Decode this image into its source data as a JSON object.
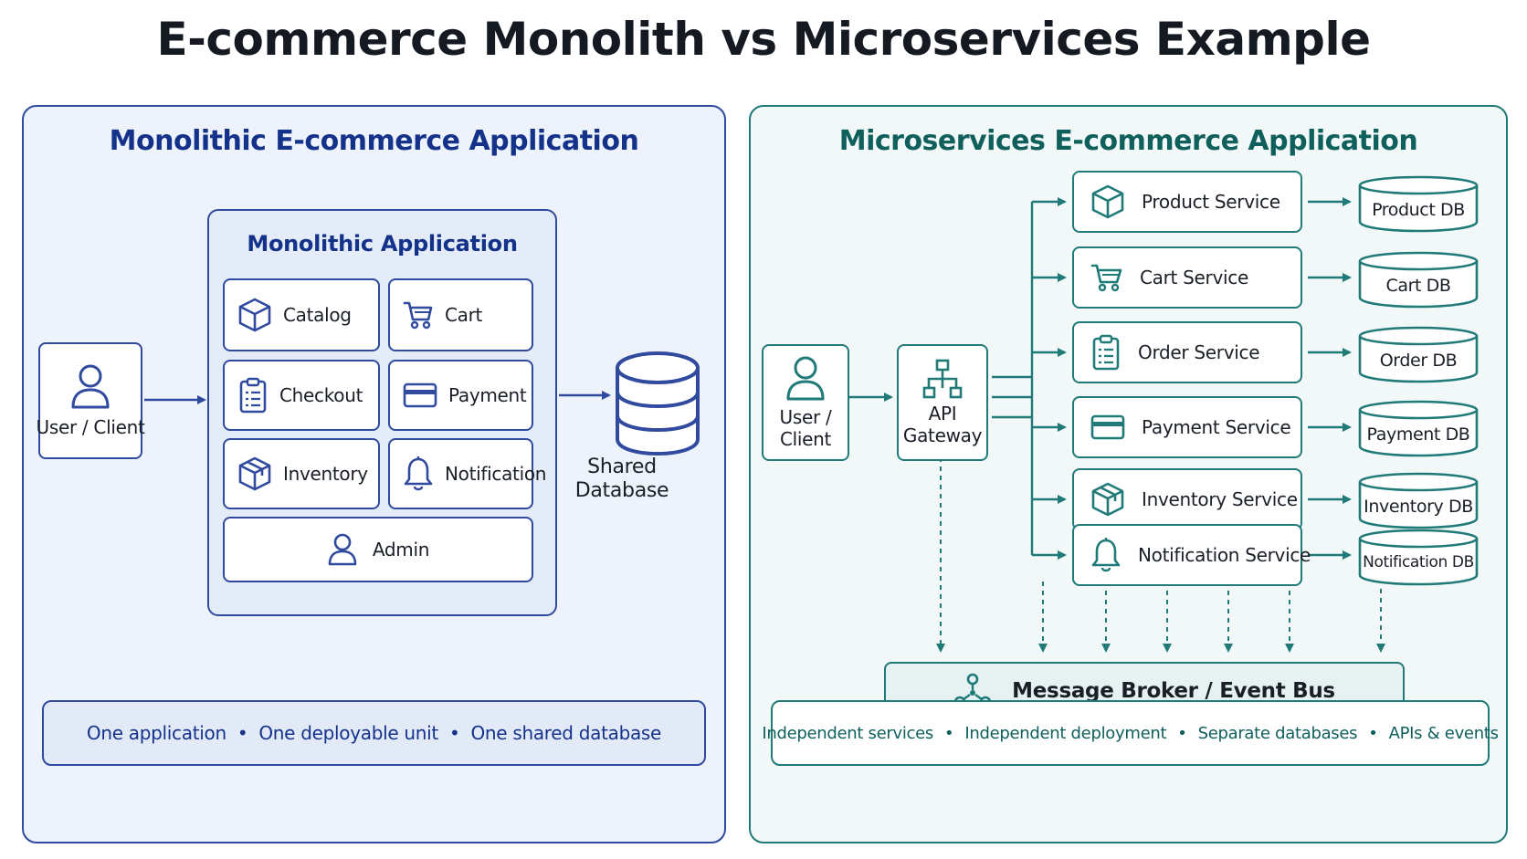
{
  "title": "E-commerce Monolith vs Microservices Example",
  "monolith": {
    "panel_title": "Monolithic E-commerce Application",
    "user_label": "User / Client",
    "app_title": "Monolithic Application",
    "modules": [
      {
        "label": "Catalog",
        "icon": "cube-icon"
      },
      {
        "label": "Cart",
        "icon": "cart-icon"
      },
      {
        "label": "Checkout",
        "icon": "clipboard-icon"
      },
      {
        "label": "Payment",
        "icon": "credit-card-icon"
      },
      {
        "label": "Inventory",
        "icon": "package-icon"
      },
      {
        "label": "Notification",
        "icon": "bell-icon"
      },
      {
        "label": "Admin",
        "icon": "user-icon"
      }
    ],
    "database_label_line1": "Shared",
    "database_label_line2": "Database",
    "footer": [
      "One application",
      "One deployable unit",
      "One shared database"
    ]
  },
  "microservices": {
    "panel_title": "Microservices E-commerce Application",
    "user_label_line1": "User /",
    "user_label_line2": "Client",
    "gateway_label_line1": "API",
    "gateway_label_line2": "Gateway",
    "services": [
      {
        "label": "Product Service",
        "icon": "cube-icon",
        "db": "Product DB"
      },
      {
        "label": "Cart Service",
        "icon": "cart-icon",
        "db": "Cart DB"
      },
      {
        "label": "Order Service",
        "icon": "clipboard-icon",
        "db": "Order DB"
      },
      {
        "label": "Payment Service",
        "icon": "credit-card-icon",
        "db": "Payment DB"
      },
      {
        "label": "Inventory Service",
        "icon": "package-icon",
        "db": "Inventory DB"
      },
      {
        "label": "Notification Service",
        "icon": "bell-icon",
        "db": "Notification DB"
      }
    ],
    "broker_label": "Message Broker / Event Bus",
    "footer": [
      "Independent services",
      "Independent deployment",
      "Separate databases",
      "APIs & events"
    ]
  },
  "colors": {
    "monolith_accent": "#2f4a9e",
    "microservices_accent": "#1f7a78"
  }
}
